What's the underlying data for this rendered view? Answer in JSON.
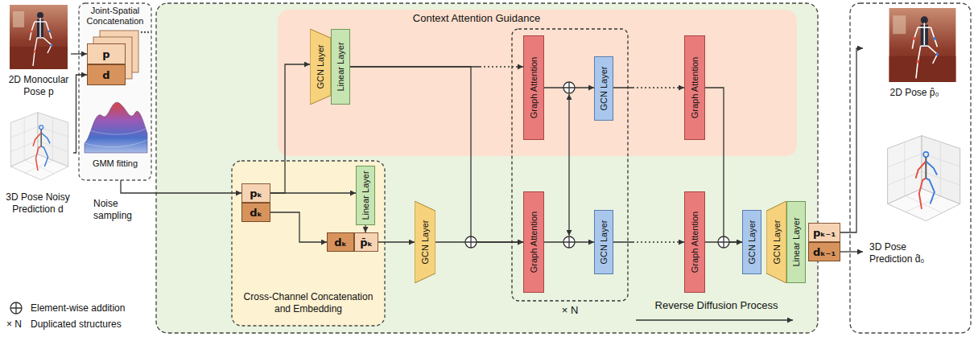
{
  "diagram": {
    "nodes": [
      {
        "text": [
          "2D Monocular Pose p"
        ]
      },
      {
        "text": [
          "3D Pose Noisy Prediction d"
        ]
      },
      {
        "text": [
          "Joint-Spatial Concatenation"
        ]
      },
      {
        "text": [
          "p"
        ],
        "in": 2
      },
      {
        "text": [
          "d"
        ],
        "in": 2
      },
      {
        "text": [
          "Reverse Diffusion Process"
        ]
      },
      {
        "text": [
          "Context Attention Guidance"
        ],
        "in": 5
      },
      {
        "text": [
          "Cross-Channel Concatenation and Embedding"
        ],
        "in": 5
      },
      {
        "text": [
          "pₖ"
        ],
        "in": 7
      },
      {
        "text": [
          "dₖ"
        ],
        "in": 7
      },
      {
        "text": [
          "Linear Layer"
        ],
        "in": 7
      },
      {
        "text": [
          "dₖ"
        ],
        "in": 7
      },
      {
        "text": [
          "p̄ₖ"
        ],
        "in": 7
      },
      {
        "text": [
          "GCN Layer"
        ],
        "in": 5
      },
      {
        "text": [
          "GCN Layer"
        ],
        "in": 6
      },
      {
        "text": [
          "Linear Layer"
        ],
        "in": 6
      },
      {
        "text": [
          "× N"
        ],
        "in": 5
      },
      {
        "text": [
          "Graph Attention"
        ],
        "in": 16
      },
      {
        "text": [
          "GCN Layer"
        ],
        "in": 16
      },
      {
        "text": [
          "Graph Attention"
        ],
        "in": 16
      },
      {
        "text": [
          "GCN Layer"
        ],
        "in": 16
      },
      {
        "text": [
          "Graph Attention"
        ],
        "in": 6
      },
      {
        "text": [
          "Graph Attention"
        ],
        "in": 5
      },
      {
        "text": [
          "GCN Layer"
        ],
        "in": 5
      },
      {
        "text": [
          "GCN Layer"
        ],
        "in": 5
      },
      {
        "text": [
          "Linear Layer"
        ],
        "in": 5
      },
      {
        "text": [
          "pₖ₋₁"
        ],
        "in": 5
      },
      {
        "text": [
          "dₖ₋₁"
        ],
        "in": 5
      },
      {
        "text": [
          "2D Pose p̂₀"
        ]
      },
      {
        "text": [
          "3D Pose Prediction d̂₀"
        ]
      }
    ],
    "edges": [
      {
        "from": 0,
        "to": 3,
        "arrow": "to"
      },
      {
        "from": 1,
        "to": 4,
        "arrow": "to"
      },
      {
        "from": 2,
        "to": 8,
        "label": "Noise sampling",
        "arrow": "to"
      },
      {
        "from": 8,
        "to": 14,
        "arrow": "to"
      },
      {
        "from": 8,
        "to": 10,
        "arrow": "to"
      },
      {
        "from": 9,
        "to": 11,
        "arrow": "to"
      },
      {
        "from": 10,
        "to": 12,
        "arrow": "to"
      },
      {
        "from": 12,
        "to": 13,
        "arrow": "to"
      },
      {
        "from": 13,
        "to": 19,
        "arrow": "to"
      },
      {
        "from": 15,
        "to": 17,
        "arrow": "to"
      },
      {
        "from": 15,
        "to": 19,
        "arrow": "to"
      },
      {
        "from": 17,
        "to": 18,
        "arrow": "to"
      },
      {
        "from": 19,
        "to": 20,
        "arrow": "to"
      },
      {
        "from": 18,
        "to": 21,
        "arrow": "to"
      },
      {
        "from": 20,
        "to": 22,
        "arrow": "to"
      },
      {
        "from": 21,
        "to": 23,
        "arrow": "to"
      },
      {
        "from": 22,
        "to": 23,
        "arrow": "to"
      },
      {
        "from": 26,
        "to": 28,
        "arrow": "to"
      },
      {
        "from": 27,
        "to": 29,
        "arrow": "to"
      }
    ],
    "labels": [
      "GMM fitting",
      "× N"
    ],
    "legend": [
      {
        "text": "Element-wise addition"
      },
      {
        "text": "Duplicated structures"
      }
    ]
  }
}
